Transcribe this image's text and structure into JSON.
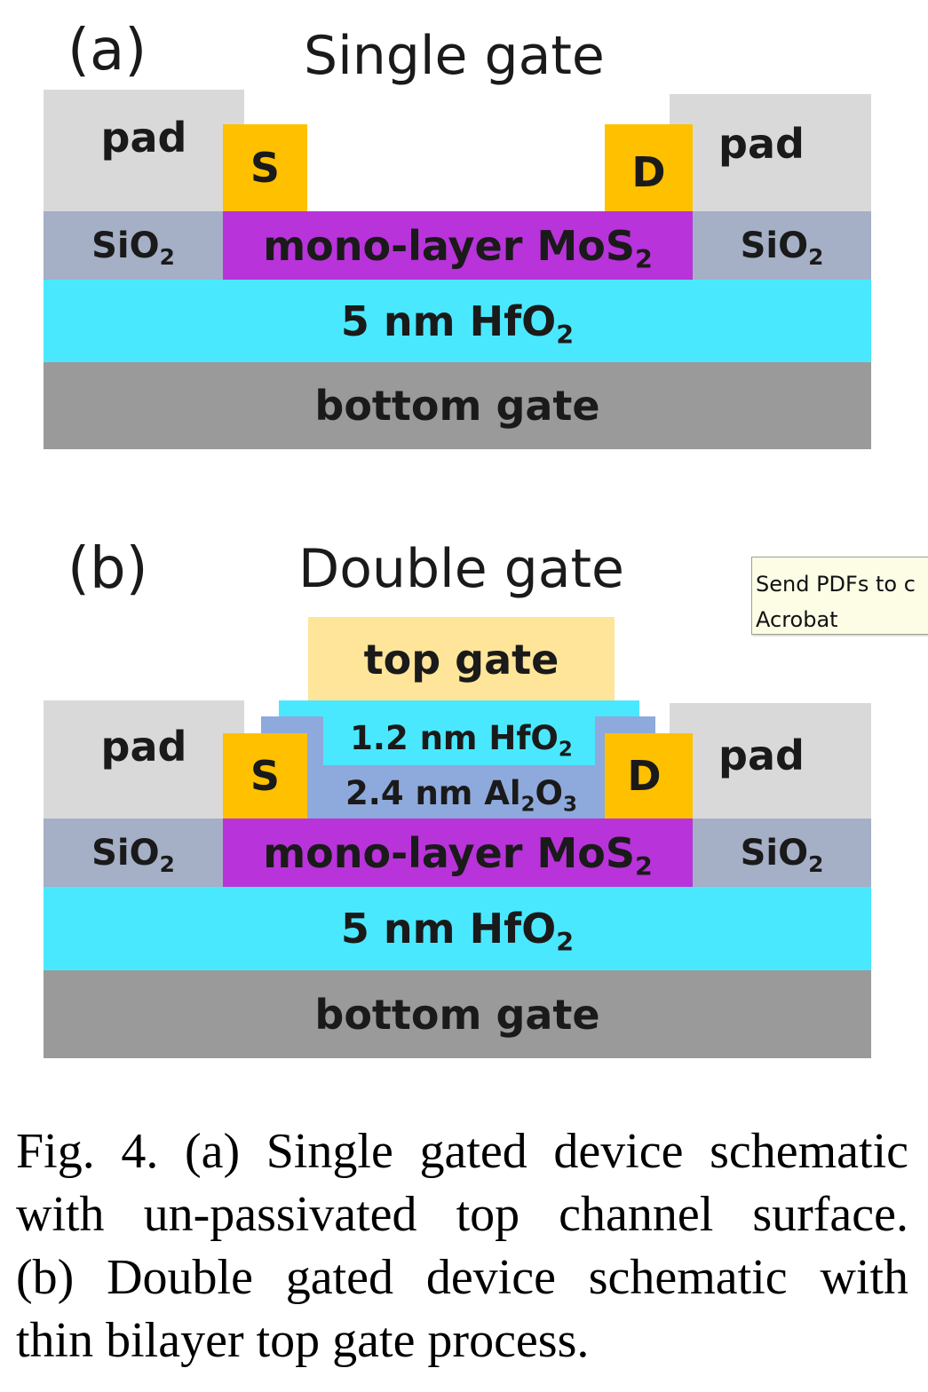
{
  "colors": {
    "pad": "#d9d9d9",
    "sio2": "#a5afc6",
    "mos2": "#b833d9",
    "hfo2_bottom": "#4ae8ff",
    "bottom_gate": "#9a9a9a",
    "contact": "#ffc000",
    "top_gate": "#fee599",
    "hfo2_top": "#4ae8ff",
    "al2o3": "#8ea9db"
  },
  "panel_a": {
    "label": "(a)",
    "title": "Single gate",
    "pad_left": "pad",
    "pad_right": "pad",
    "source": "S",
    "drain": "D",
    "sio2_left": {
      "base": "SiO",
      "sub": "2"
    },
    "sio2_right": {
      "base": "SiO",
      "sub": "2"
    },
    "mos2": {
      "base": "mono-layer MoS",
      "sub": "2"
    },
    "hfo2": {
      "base": "5 nm HfO",
      "sub": "2"
    },
    "bottom_gate": "bottom gate"
  },
  "panel_b": {
    "label": "(b)",
    "title": "Double gate",
    "top_gate": "top gate",
    "hfo2_top": {
      "base": "1.2 nm HfO",
      "sub": "2"
    },
    "al2o3": {
      "pre": "2.4 nm Al",
      "sub1": "2",
      "mid": "O",
      "sub2": "3"
    },
    "pad_left": "pad",
    "pad_right": "pad",
    "source": "S",
    "drain": "D",
    "sio2_left": {
      "base": "SiO",
      "sub": "2"
    },
    "sio2_right": {
      "base": "SiO",
      "sub": "2"
    },
    "mos2": {
      "base": "mono-layer MoS",
      "sub": "2"
    },
    "hfo2": {
      "base": "5 nm HfO",
      "sub": "2"
    },
    "bottom_gate": "bottom gate"
  },
  "tooltip": {
    "line1": "Send PDFs to c",
    "line2": "Acrobat"
  },
  "caption": {
    "line1": "Fig. 4. (a) Single gated device schematic",
    "line2": "with un-passivated top channel surface.",
    "line3": "(b) Double gated device schematic with",
    "line4": "thin bilayer top gate process."
  }
}
